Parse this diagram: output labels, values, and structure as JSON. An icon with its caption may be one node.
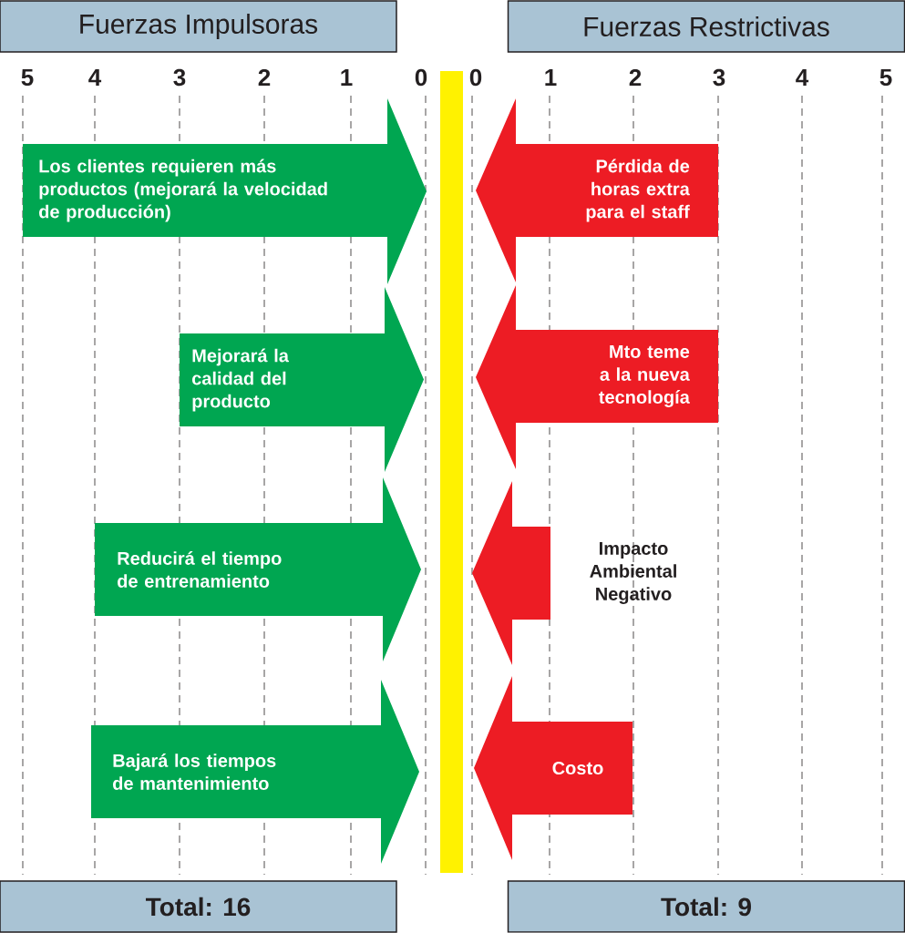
{
  "diagram": {
    "nodes": [
      {
        "text": [
          "Fuerzas Impulsoras"
        ]
      },
      {
        "text": [
          "Fuerzas Restrictivas"
        ]
      },
      {
        "text": [
          "Los clientes requieren más productos (mejorará la velocidad de producción)"
        ]
      },
      {
        "text": [
          "Mejorará la calidad del producto"
        ]
      },
      {
        "text": [
          "Reducirá el tiempo de entrenamiento"
        ]
      },
      {
        "text": [
          "Bajará los tiempos de mantenimiento"
        ]
      },
      {
        "text": [
          "Pérdida de horas extra para el staff"
        ]
      },
      {
        "text": [
          "Mto teme a la nueva tecnología"
        ]
      },
      {
        "text": [
          "Impacto Ambiental Negativo"
        ]
      },
      {
        "text": [
          "Costo"
        ]
      },
      {
        "text": [],
        "shape": "bar"
      },
      {
        "text": [
          "Total: 16"
        ]
      },
      {
        "text": [
          "Total: 9"
        ]
      }
    ],
    "labels": [
      "5",
      "4",
      "3",
      "2",
      "1",
      "0",
      "0",
      "1",
      "2",
      "3",
      "4",
      "5"
    ]
  }
}
